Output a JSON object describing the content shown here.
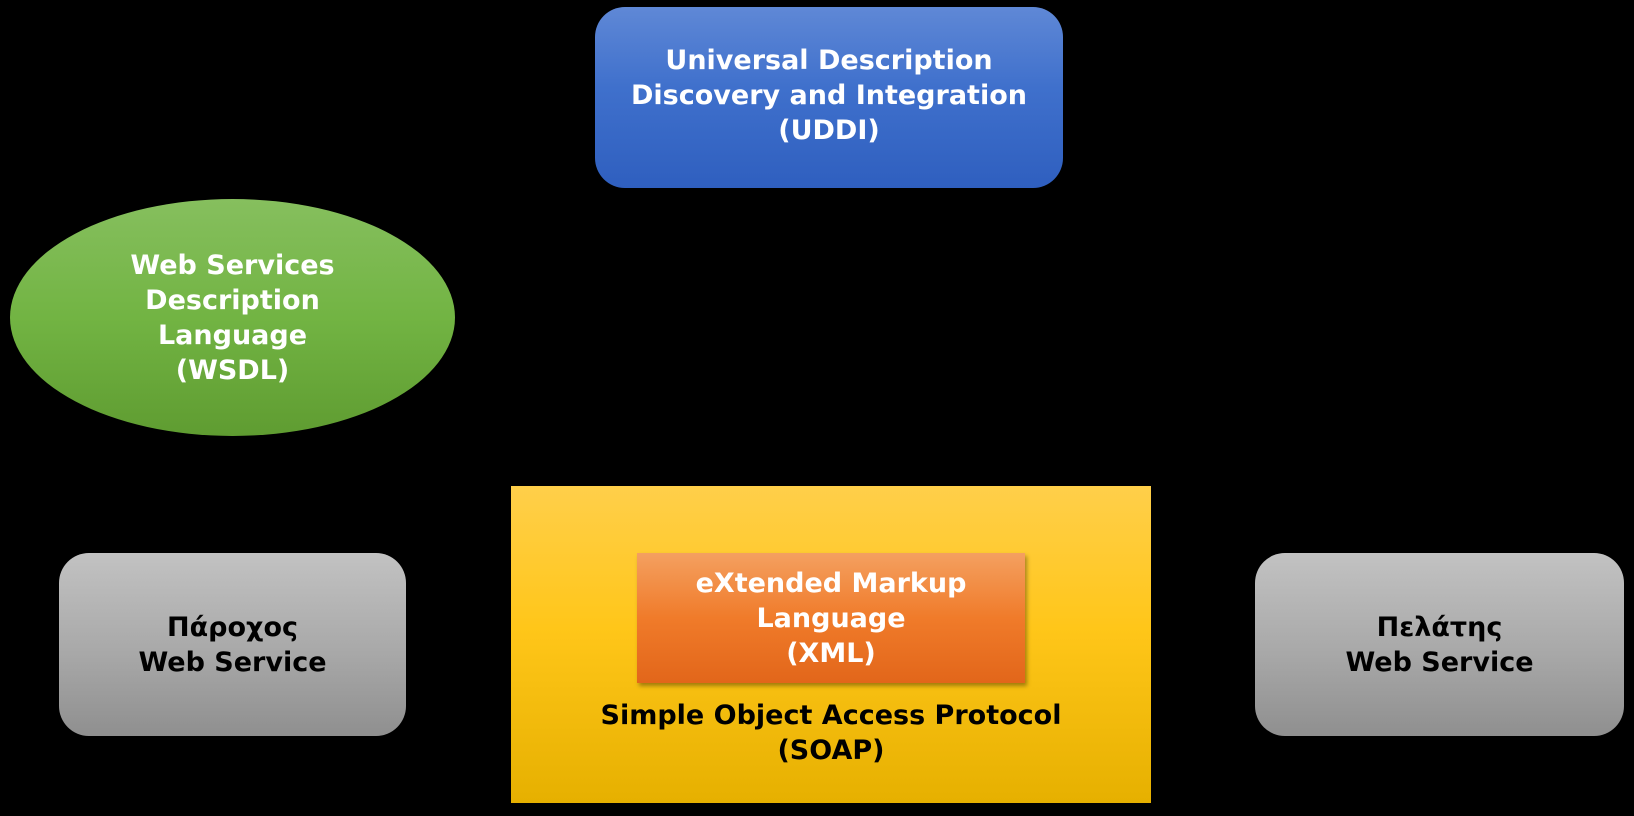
{
  "uddi": {
    "lines": [
      "Universal Description",
      "Discovery and Integration",
      "(UDDI)"
    ]
  },
  "wsdl": {
    "lines": [
      "Web Services",
      "Description",
      "Language",
      "(WSDL)"
    ]
  },
  "provider": {
    "lines": [
      "Πάροχος",
      "Web Service"
    ]
  },
  "client": {
    "lines": [
      "Πελάτης",
      "Web Service"
    ]
  },
  "soap": {
    "lines": [
      "Simple Object Access Protocol",
      "(SOAP)"
    ]
  },
  "xml": {
    "lines": [
      "eXtended Markup",
      "Language",
      "(XML)"
    ]
  },
  "colors": {
    "background": "#000000",
    "uddi": "#4472c4",
    "wsdl": "#70ad47",
    "service": "#a5a5a5",
    "soap": "#ffc000",
    "xml": "#ed7d31"
  }
}
